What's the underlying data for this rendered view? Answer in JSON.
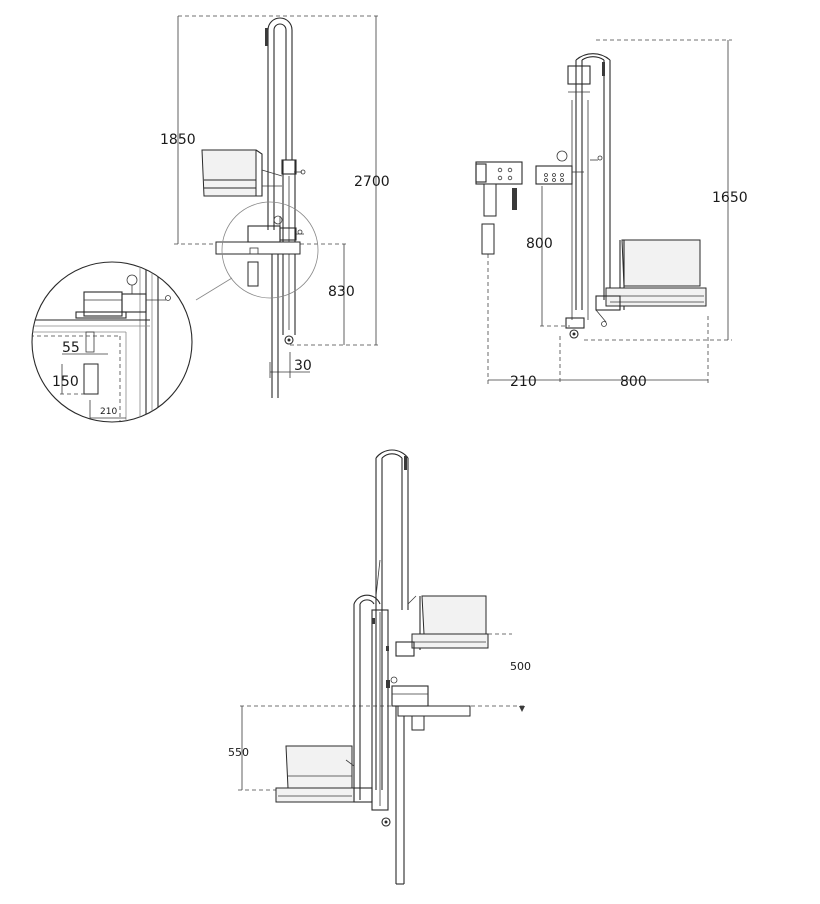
{
  "views": {
    "side": {
      "dimensions": {
        "height_upper": "1850",
        "height_total": "2700",
        "height_lower": "830",
        "offset": "30"
      }
    },
    "detail": {
      "dimensions": {
        "width": "55",
        "height": "150",
        "distance": "210"
      }
    },
    "front": {
      "dimensions": {
        "height_right": "1650",
        "height_left": "800",
        "width_left": "210",
        "width_right": "800"
      }
    },
    "bottom": {
      "dimensions": {
        "upper_step": "500",
        "lower_step": "550"
      }
    }
  },
  "colors": {
    "line": "#2a2a2a",
    "background": "#ffffff"
  }
}
